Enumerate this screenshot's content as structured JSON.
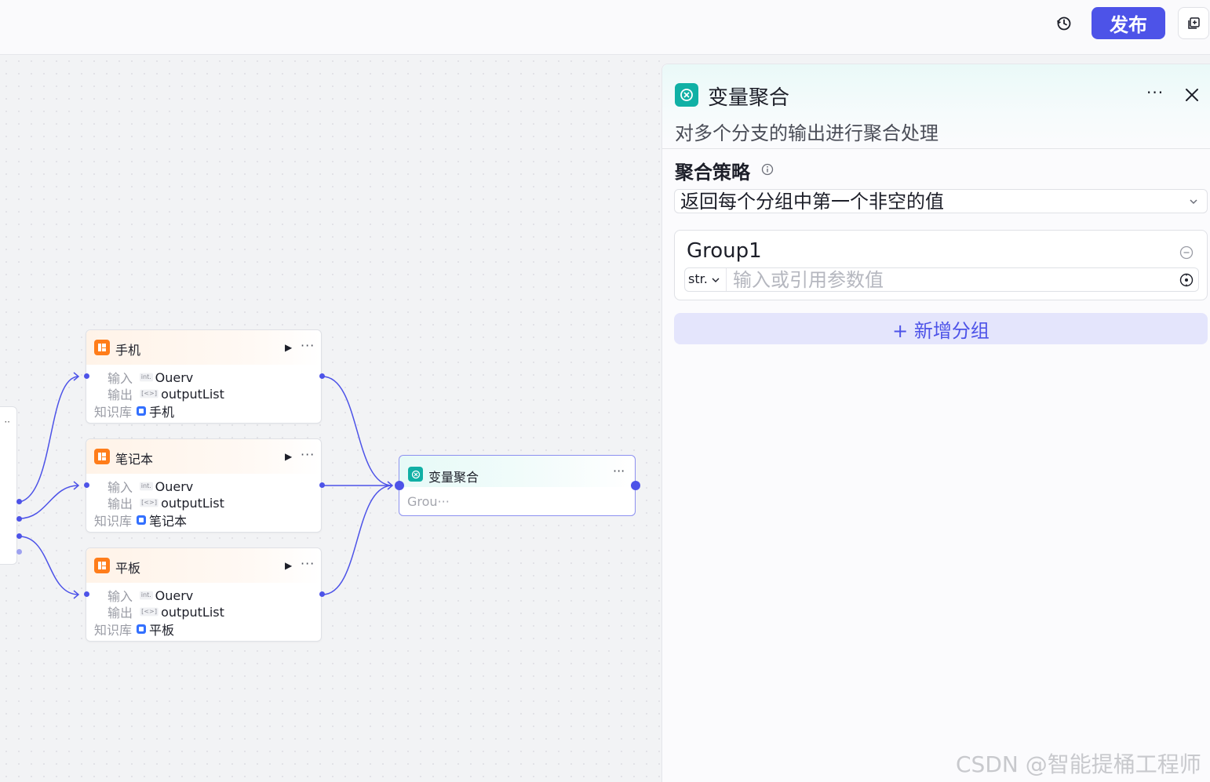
{
  "topbar": {
    "history_icon": "history-icon",
    "publish_label": "发布",
    "copy_icon": "copy-icon",
    "accent": "#4d53e8"
  },
  "canvas": {
    "nodes": [
      {
        "title": "手机",
        "input_label": "输入",
        "input_type": "int.",
        "input_value": "Ouerv",
        "output_label": "输出",
        "output_type": "[<>]",
        "output_value": "outputList",
        "kb_label": "知识库",
        "kb_value": "手机",
        "more": "···"
      },
      {
        "title": "笔记本",
        "input_label": "输入",
        "input_type": "int.",
        "input_value": "Ouerv",
        "output_label": "输出",
        "output_type": "[<>]",
        "output_value": "outputList",
        "kb_label": "知识库",
        "kb_value": "笔记本",
        "more": "···"
      },
      {
        "title": "平板",
        "input_label": "输入",
        "input_type": "int.",
        "input_value": "Ouerv",
        "output_label": "输出",
        "output_type": "[<>]",
        "output_value": "outputList",
        "kb_label": "知识库",
        "kb_value": "平板",
        "more": "···"
      }
    ],
    "start_more": "··",
    "aggregator": {
      "title": "变量聚合",
      "group_preview": "Grou···",
      "more": "···"
    }
  },
  "panel": {
    "title": "变量聚合",
    "description": "对多个分支的输出进行聚合处理",
    "more": "···",
    "strategy_label": "聚合策略",
    "strategy_value": "返回每个分组中第一个非空的值",
    "groups": [
      {
        "name": "Group1",
        "type": "str.",
        "placeholder": "输入或引用参数值"
      }
    ],
    "add_group_label": "+ 新增分组"
  },
  "watermark": "CSDN @智能提桶工程师"
}
